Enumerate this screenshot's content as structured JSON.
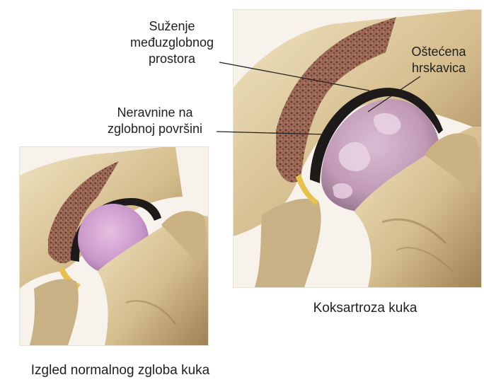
{
  "labels": {
    "narrowing": [
      "Suženje",
      "međuzglobnog",
      "prostora"
    ],
    "irregular": [
      "Neravnine na",
      "zglobnoj površini"
    ],
    "damaged": [
      "Oštećena",
      "hrskavica"
    ]
  },
  "captions": {
    "diseased": "Koksartroza kuka",
    "normal": "Izgled normalnog zgloba kuka"
  },
  "colors": {
    "bone": "#d8c49a",
    "bone_shadow": "#a98d5e",
    "spongy_bone": "#8c5a4a",
    "cartilage_healthy": "#c995c8",
    "cartilage_damaged": "#c7a1c0",
    "joint_gap": "#1e1a1a",
    "label_text": "#1f1f1f"
  }
}
